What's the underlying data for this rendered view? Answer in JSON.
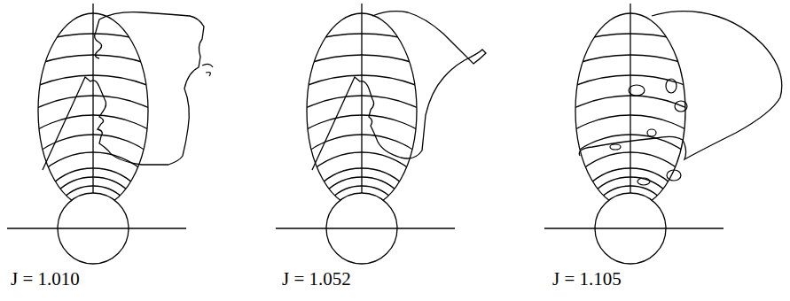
{
  "diagram": {
    "labels": [
      "J = 1.010",
      "J = 1.052",
      "J = 1.105"
    ]
  }
}
